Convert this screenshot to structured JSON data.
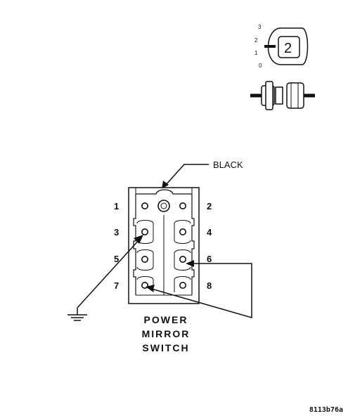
{
  "callout": {
    "color_label": "BLACK"
  },
  "connector_view": {
    "positions": [
      "3",
      "2",
      "1",
      "0"
    ],
    "key_number": "2"
  },
  "pins": [
    {
      "number": "1"
    },
    {
      "number": "2"
    },
    {
      "number": "3"
    },
    {
      "number": "4"
    },
    {
      "number": "5"
    },
    {
      "number": "6"
    },
    {
      "number": "7"
    },
    {
      "number": "8"
    }
  ],
  "component": {
    "title_line1": "POWER",
    "title_line2": "MIRROR",
    "title_line3": "SWITCH"
  },
  "figure_code": "8113b76a",
  "colors": {
    "ink": "#111111",
    "background": "#ffffff"
  }
}
